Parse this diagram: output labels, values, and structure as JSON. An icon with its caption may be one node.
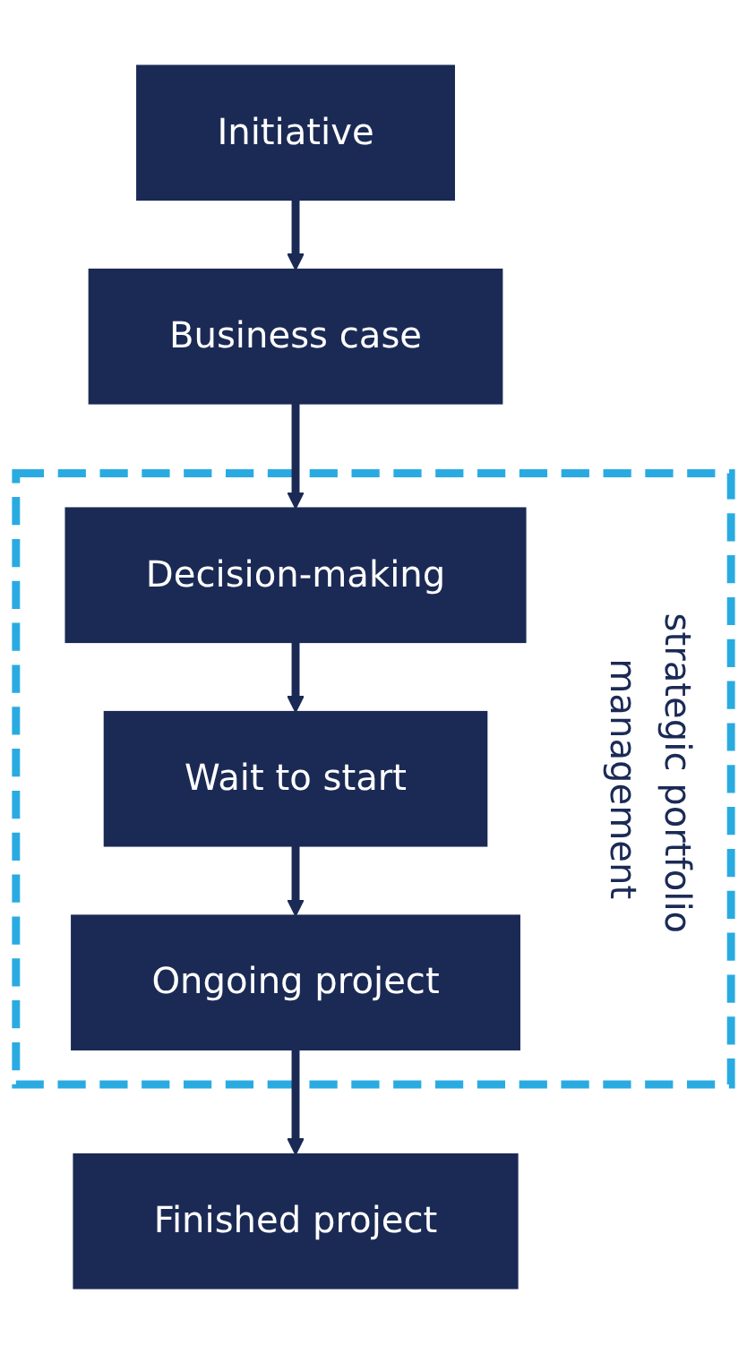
{
  "diagram": {
    "nodes": [
      {
        "text": [
          "Initiative"
        ]
      },
      {
        "text": [
          "Business case"
        ]
      },
      {
        "text": [
          "strategic portfolio management"
        ]
      },
      {
        "text": [
          "Decision-making"
        ],
        "in": 2
      },
      {
        "text": [
          "Wait to start"
        ],
        "in": 2
      },
      {
        "text": [
          "Ongoing project"
        ],
        "in": 2
      },
      {
        "text": [
          "Finished project"
        ]
      }
    ],
    "edges": [
      {
        "from": 0,
        "to": 1,
        "arrow": "to"
      },
      {
        "from": 1,
        "to": 3,
        "arrow": "to"
      },
      {
        "from": 3,
        "to": 4,
        "arrow": "to"
      },
      {
        "from": 4,
        "to": 5,
        "arrow": "to"
      },
      {
        "from": 5,
        "to": 6,
        "arrow": "to"
      }
    ]
  }
}
